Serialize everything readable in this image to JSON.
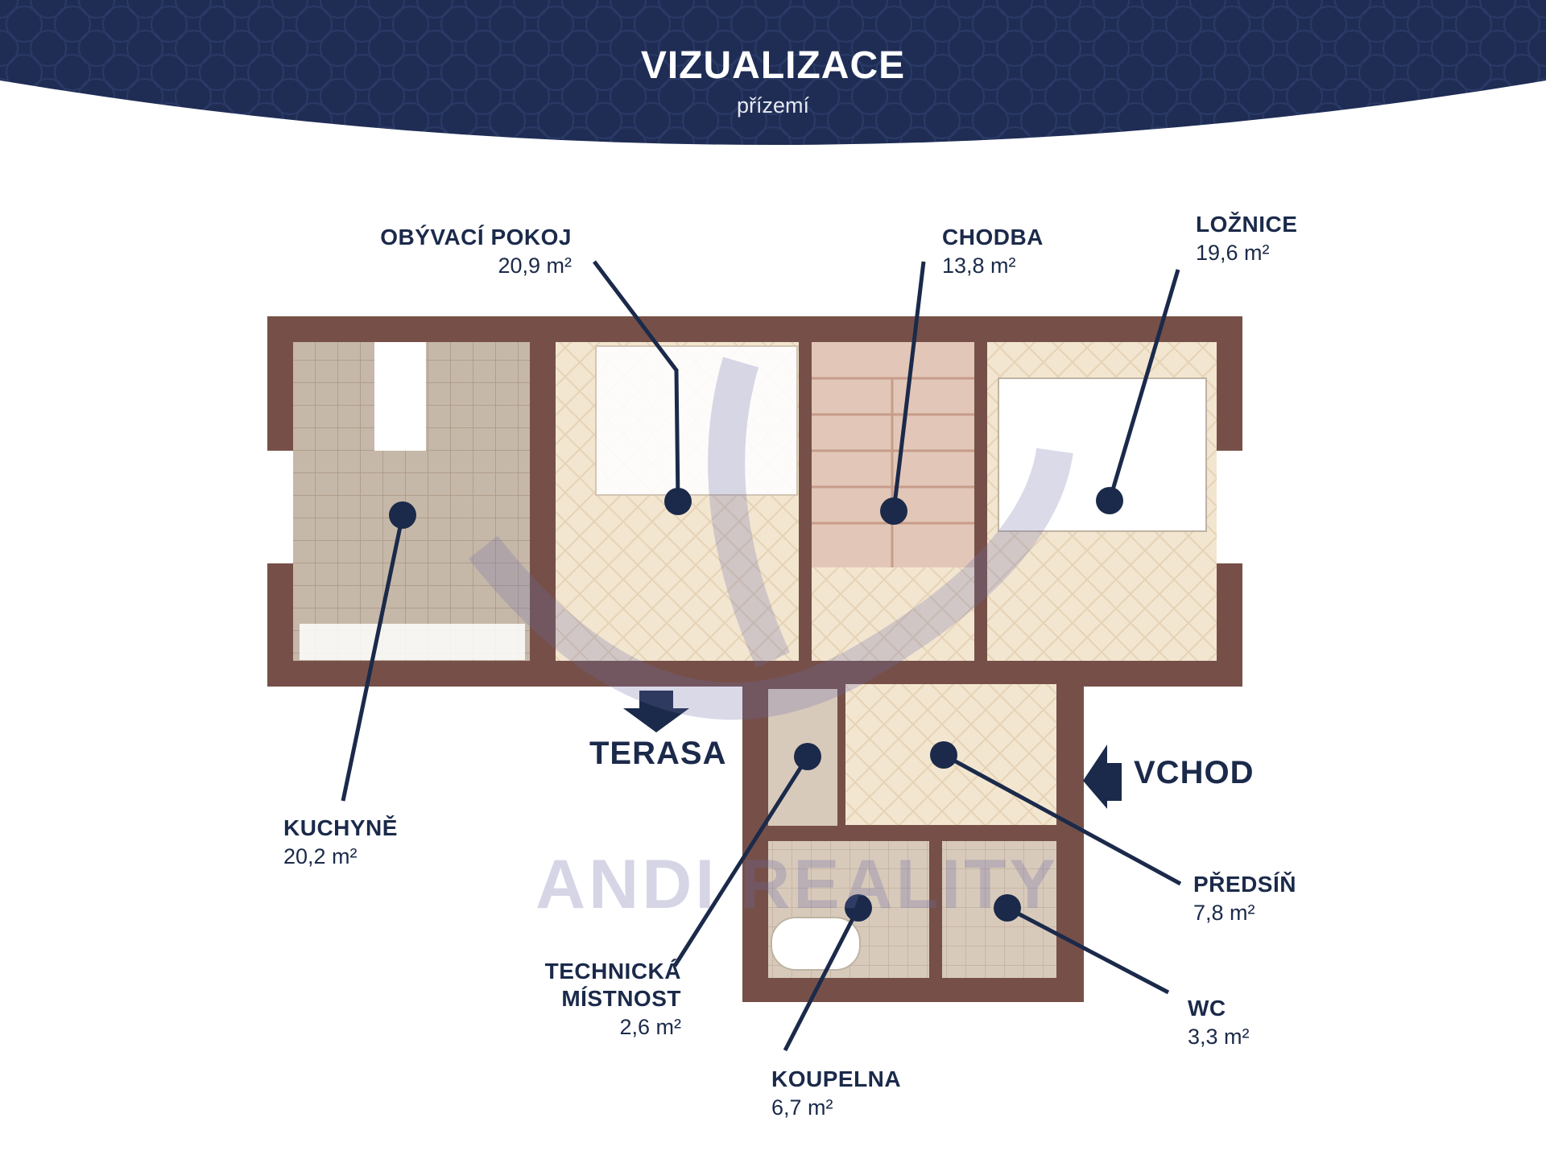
{
  "header": {
    "title": "VIZUALIZACE",
    "subtitle": "přízemí"
  },
  "rooms": {
    "obyvaci": {
      "name": "OBÝVACÍ POKOJ",
      "area": "20,9 m²"
    },
    "chodba": {
      "name": "CHODBA",
      "area": "13,8 m²"
    },
    "loznice": {
      "name": "LOŽNICE",
      "area": "19,6 m²"
    },
    "kuchyne": {
      "name": "KUCHYNĚ",
      "area": "20,2 m²"
    },
    "technicka": {
      "name_line1": "TECHNICKÁ",
      "name_line2": "MÍSTNOST",
      "area": "2,6 m²"
    },
    "koupelna": {
      "name": "KOUPELNA",
      "area": "6,7 m²"
    },
    "predsin": {
      "name": "PŘEDSÍŇ",
      "area": "7,8 m²"
    },
    "wc": {
      "name": "WC",
      "area": "3,3 m²"
    }
  },
  "entrances": {
    "terasa": "TERASA",
    "vchod": "VCHOD"
  },
  "watermark": "ANDI REALITY",
  "colors": {
    "navy": "#1b2a4a",
    "wall": "#765048",
    "tile": "#c6b8a8",
    "parquet": "#f3e6d0",
    "stairs": "#e2c7b8",
    "bath": "#d8cabb"
  }
}
